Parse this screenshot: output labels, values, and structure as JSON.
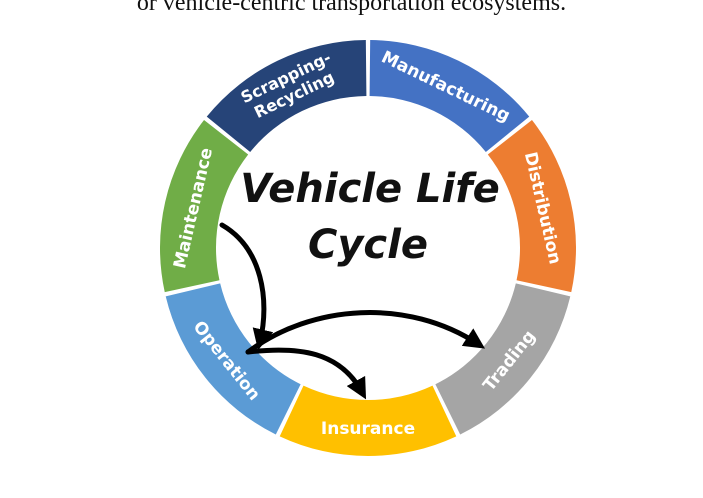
{
  "caption": "or vehicle-centric transportation ecosystems.",
  "center_title": [
    "Vehicle Life",
    "Cycle"
  ],
  "stages": [
    {
      "lines": [
        "Manufacturing"
      ],
      "color": "#4472C4"
    },
    {
      "lines": [
        "Distribution"
      ],
      "color": "#ED7D31"
    },
    {
      "lines": [
        "Trading"
      ],
      "color": "#A5A5A5"
    },
    {
      "lines": [
        "Insurance"
      ],
      "color": "#FFC000"
    },
    {
      "lines": [
        "Operation"
      ],
      "color": "#5B9BD5"
    },
    {
      "lines": [
        "Maintenance"
      ],
      "color": "#70AD47"
    },
    {
      "lines": [
        "Scrapping-",
        "Recycling"
      ],
      "color": "#264478"
    }
  ],
  "arrows": [
    {
      "from": "Maintenance",
      "to": "Operation"
    },
    {
      "from": "Operation",
      "to": "Trading"
    },
    {
      "from": "Operation",
      "to": "Insurance"
    }
  ]
}
